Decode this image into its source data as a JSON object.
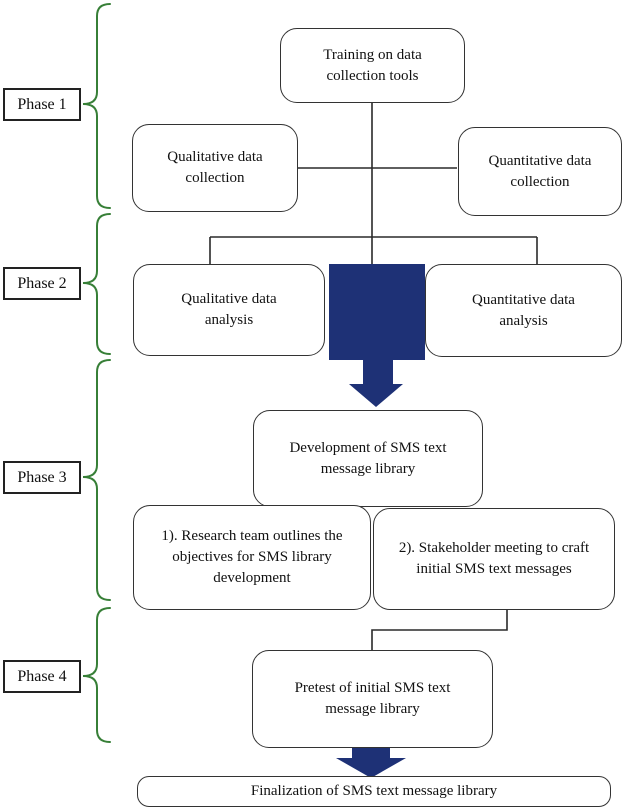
{
  "colors": {
    "arrow_blue": "#1e3176",
    "brace_green": "#377f37",
    "connector": "#2a2a2a",
    "node_border": "#333333",
    "phase_border": "#222222",
    "background": "#ffffff"
  },
  "phases": [
    {
      "label": "Phase 1"
    },
    {
      "label": "Phase 2"
    },
    {
      "label": "Phase 3"
    },
    {
      "label": "Phase 4"
    }
  ],
  "nodes": {
    "training": {
      "text": "Training on data\ncollection tools"
    },
    "qualitative_collection": {
      "text": "Qualitative data\ncollection"
    },
    "quantitative_collection": {
      "text": "Quantitative data\ncollection"
    },
    "qualitative_analysis": {
      "text": "Qualitative data\nanalysis"
    },
    "quantitative_analysis": {
      "text": "Quantitative data\nanalysis"
    },
    "development": {
      "text": "Development of SMS text\nmessage library"
    },
    "step1": {
      "text": "1). Research team outlines the\nobjectives for SMS library\ndevelopment"
    },
    "step2": {
      "text": "2). Stakeholder meeting to craft\ninitial SMS text messages"
    },
    "pretest": {
      "text": "Pretest of initial SMS text\nmessage library"
    },
    "finalization": {
      "text": "Finalization of SMS text message library"
    }
  }
}
